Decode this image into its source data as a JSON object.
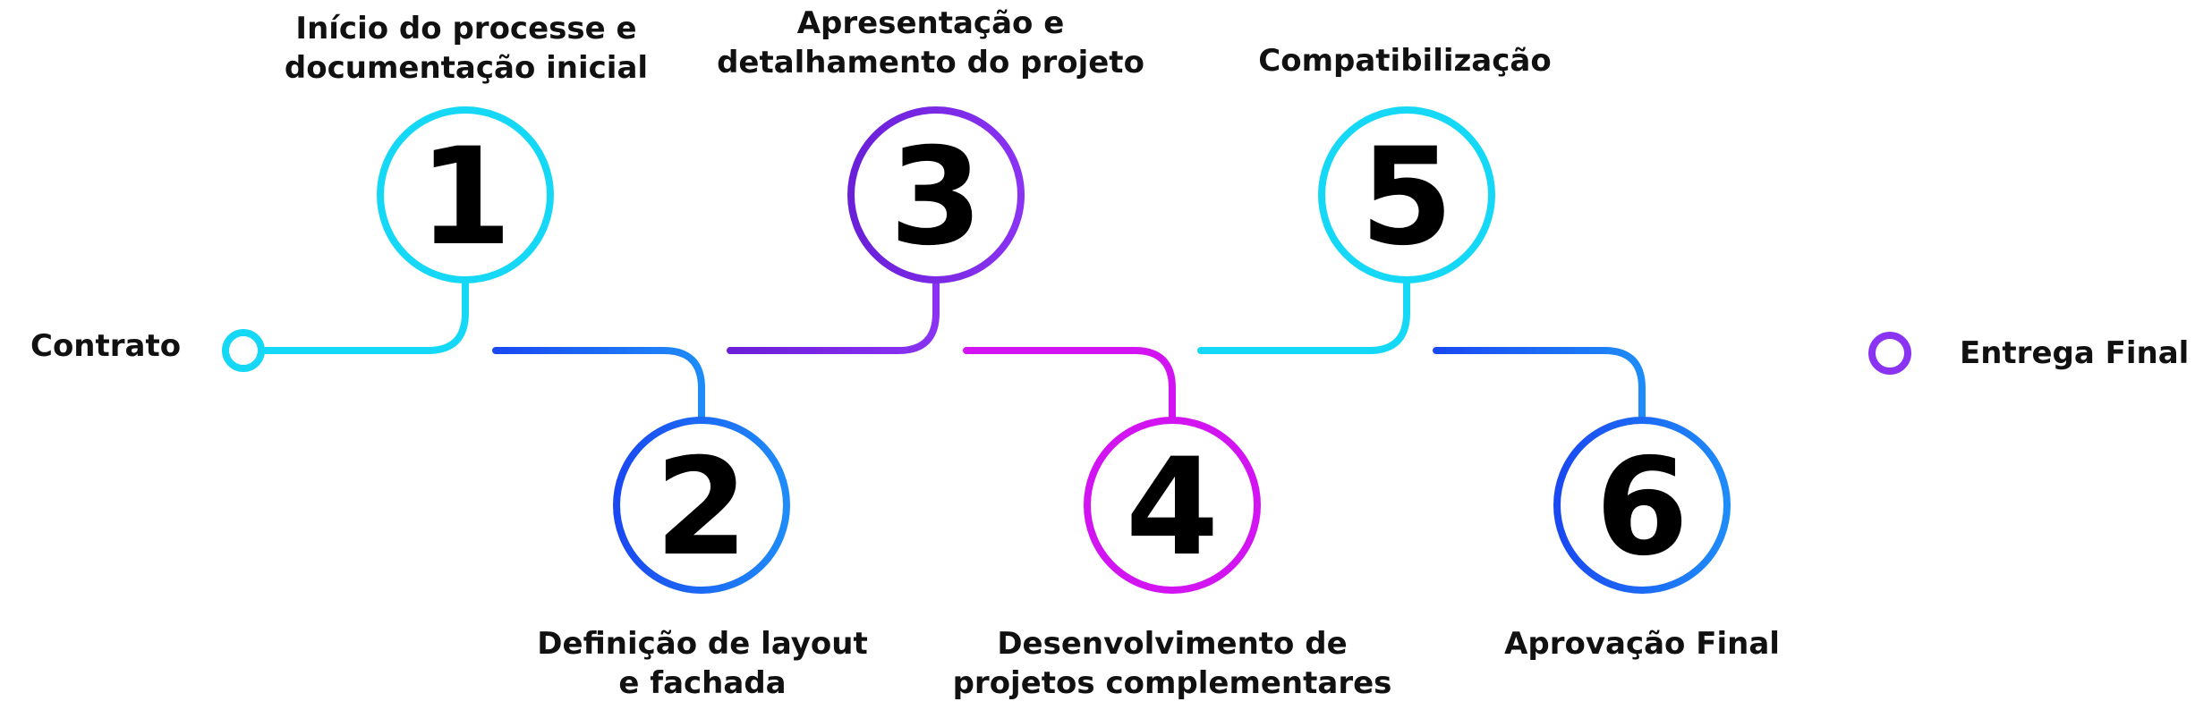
{
  "start": {
    "label": "Contrato"
  },
  "end": {
    "label": "Entrega Final"
  },
  "steps": [
    {
      "number": "1",
      "lines": [
        "Início do processe e",
        "documentação inicial"
      ],
      "color_a": "#14D8F6",
      "color_b": "#14D8F6"
    },
    {
      "number": "2",
      "lines": [
        "Definição de layout",
        "e fachada"
      ],
      "color_a": "#1A48F2",
      "color_b": "#1E8CF8"
    },
    {
      "number": "3",
      "lines": [
        "Apresentação e",
        "detalhamento do projeto"
      ],
      "color_a": "#6A1FD8",
      "color_b": "#8A33F2"
    },
    {
      "number": "4",
      "lines": [
        "Desenvolvimento de",
        "projetos complementares"
      ],
      "color_a": "#D214F2",
      "color_b": "#D214F2"
    },
    {
      "number": "5",
      "lines": [
        "Compatibilização"
      ],
      "color_a": "#14D8F6",
      "color_b": "#14D8F6"
    },
    {
      "number": "6",
      "lines": [
        "Aprovação Final"
      ],
      "color_a": "#1A48F2",
      "color_b": "#1E8CF8"
    }
  ],
  "colors": {
    "start_node": "#14D8F6",
    "end_node": "#8A33F2",
    "final_connector_a": "#6A1FD8",
    "final_connector_b": "#8A33F2"
  }
}
